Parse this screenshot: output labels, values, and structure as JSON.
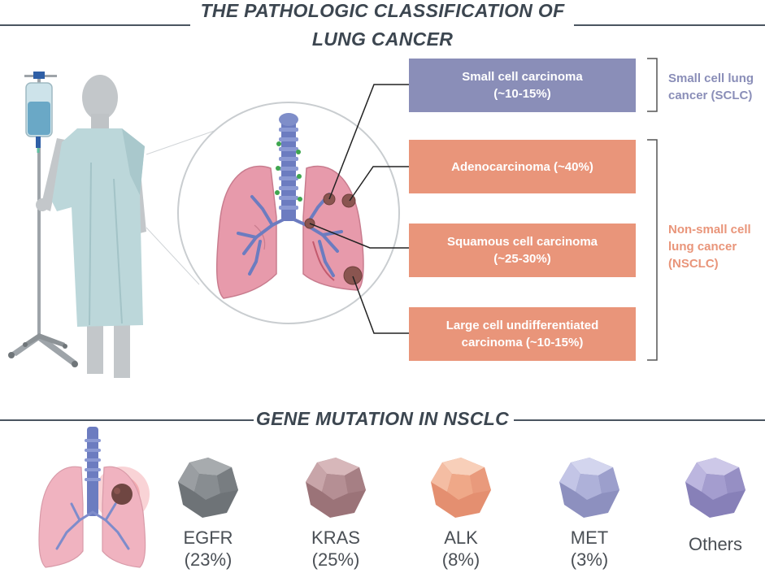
{
  "header": {
    "title_line1": "THE PATHOLOGIC CLASSIFICATION OF",
    "title_line2": "LUNG CANCER"
  },
  "classification": {
    "boxes": [
      {
        "id": "sclc-small",
        "line1": "Small cell carcinoma",
        "line2": "(~10-15%)",
        "group": "SCLC"
      },
      {
        "id": "adeno",
        "line1": "Adenocarcinoma (~40%)",
        "line2": "",
        "group": "NSCLC"
      },
      {
        "id": "squamous",
        "line1": "Squamous cell carcinoma",
        "line2": "(~25-30%)",
        "group": "NSCLC"
      },
      {
        "id": "large",
        "line1": "Large cell undifferentiated",
        "line2": "carcinoma (~10-15%)",
        "group": "NSCLC"
      }
    ],
    "groups": {
      "sclc": {
        "line1": "Small cell lung",
        "line2": "cancer (SCLC)",
        "color": "#8a8eb8"
      },
      "nsclc": {
        "line1": "Non-small cell",
        "line2": "lung cancer",
        "line3": "(NSCLC)",
        "color": "#e9957a"
      }
    }
  },
  "mutations": {
    "title": "GENE MUTATION IN NSCLC",
    "items": [
      {
        "name": "EGFR",
        "percent": "(23%)",
        "color": "#808589"
      },
      {
        "name": "KRAS",
        "percent": "(25%)",
        "color": "#b08a8e"
      },
      {
        "name": "ALK",
        "percent": "(8%)",
        "color": "#eea88a"
      },
      {
        "name": "MET",
        "percent": "(3%)",
        "color": "#a7aad0"
      },
      {
        "name": "Others",
        "percent": "",
        "color": "#9c95c4"
      }
    ]
  },
  "colors": {
    "sclc_box": "#8a8eb8",
    "nsclc_box": "#e9957a",
    "lung_pink": "#e79aab",
    "bronchi_blue": "#6c7cc0",
    "tumor_brown": "#8a5550",
    "gown": "#bcd7da",
    "skin_gray": "#c3c7ca"
  }
}
